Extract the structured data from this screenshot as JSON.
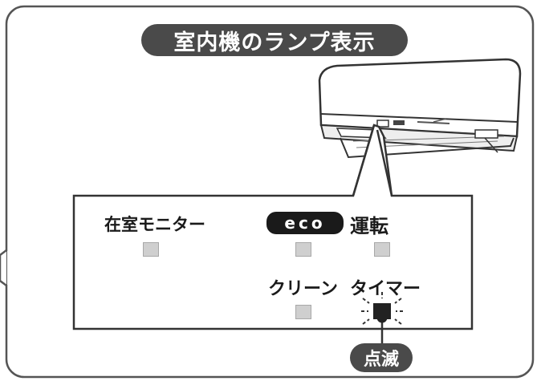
{
  "title": "室内機のランプ表示",
  "lamps": {
    "room_monitor": "在室モニター",
    "eco": "eco",
    "operation": "運転",
    "clean": "クリーン",
    "timer": "タイマー"
  },
  "blink_label": "点滅",
  "colors": {
    "frame_border": "#555555",
    "badge_bg": "#4a4a4a",
    "lamp_off": "#cfcfcf",
    "lamp_blinking": "#222222"
  }
}
